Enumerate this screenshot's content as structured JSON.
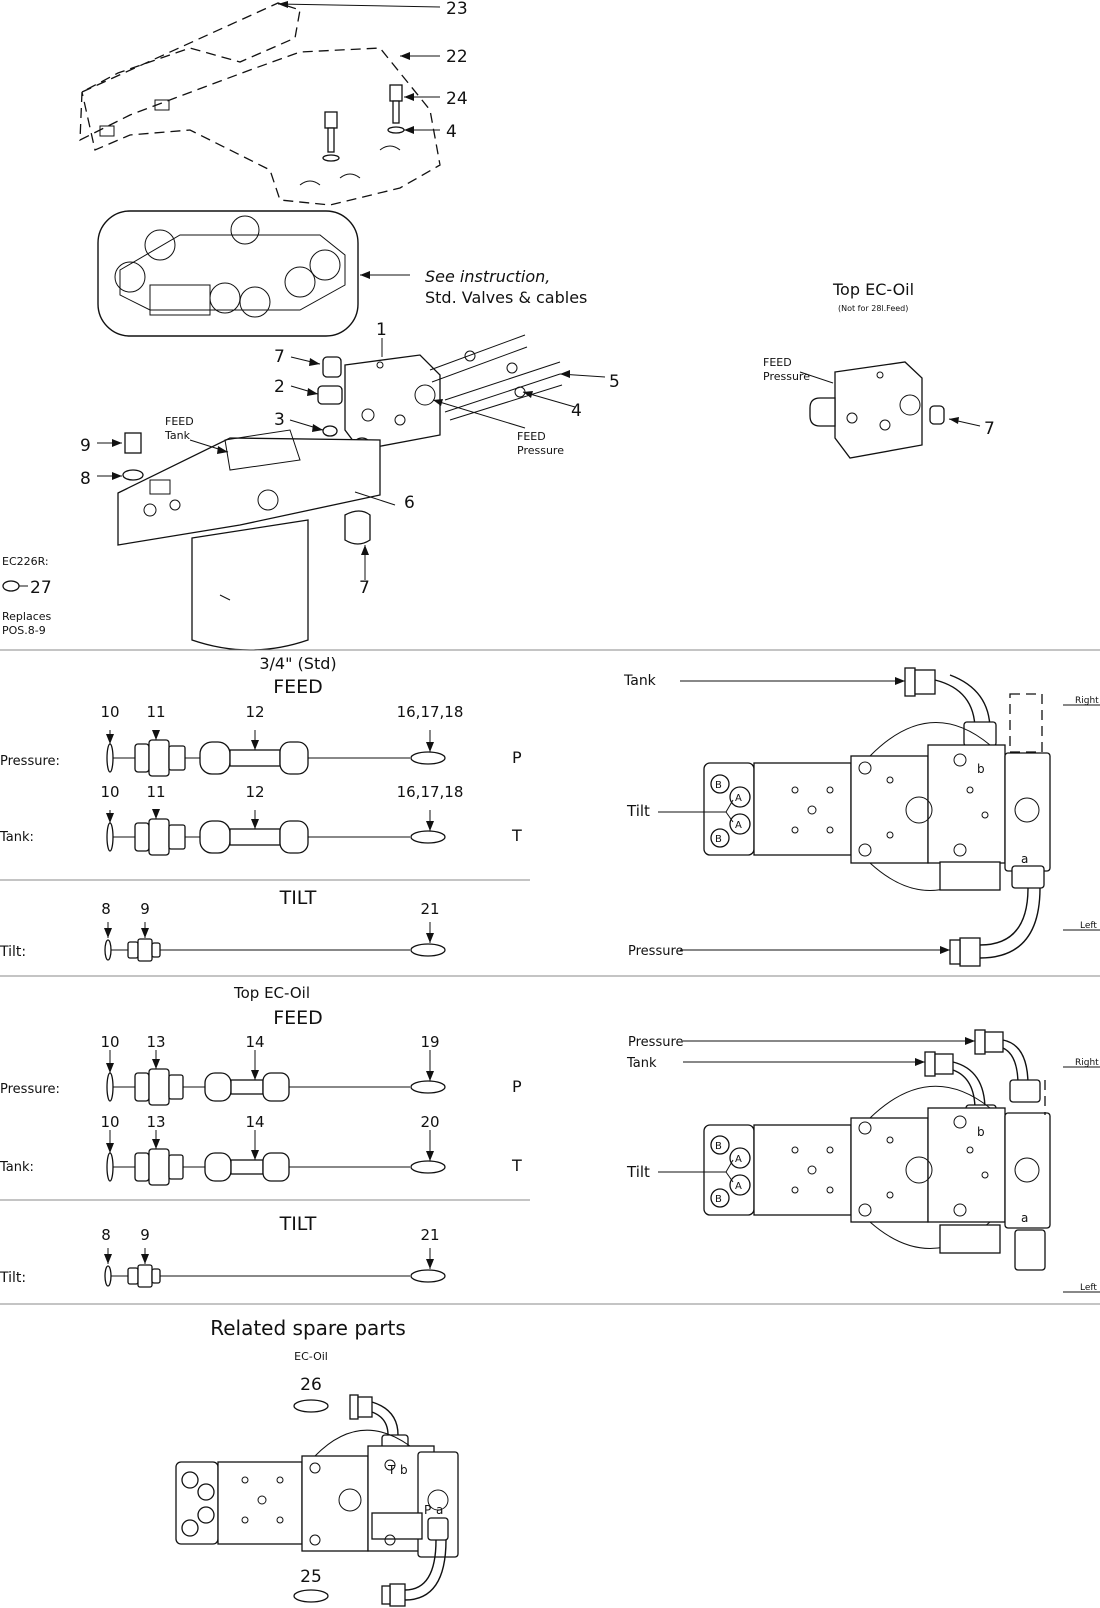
{
  "exploded_view": {
    "callouts": {
      "p23": "23",
      "p22": "22",
      "p24": "24",
      "p4a": "4",
      "p1": "1",
      "p7a": "7",
      "p2": "2",
      "p3": "3",
      "p5": "5",
      "p4b": "4",
      "p9": "9",
      "p8": "8",
      "p6": "6",
      "p7b": "7"
    },
    "note_line1": "See instruction,",
    "note_line2": "Std. Valves & cables",
    "feed_tank_1": "FEED",
    "feed_tank_2": "Tank",
    "feed_pressure_1": "FEED",
    "feed_pressure_2": "Pressure",
    "ec226r_title": "EC226R:",
    "ec226r_callout": "27",
    "ec226r_note1": "Replaces",
    "ec226r_note2": "POS.8-9"
  },
  "top_ec_oil_view": {
    "title": "Top EC-Oil",
    "subtitle": "(Not for 28l.Feed)",
    "feed": "FEED",
    "pressure": "Pressure",
    "callout": "7"
  },
  "section_std": {
    "title1": "3/4\" (Std)",
    "title2": "FEED",
    "rows": [
      {
        "label": "Pressure:",
        "c1": "10",
        "c2": "11",
        "c3": "12",
        "c4": "16,17,18",
        "end": "P"
      },
      {
        "label": "Tank:",
        "c1": "10",
        "c2": "11",
        "c3": "12",
        "c4": "16,17,18",
        "end": "T"
      }
    ],
    "tilt_title": "TILT",
    "tilt_row": {
      "label": "Tilt:",
      "c1": "8",
      "c2": "9",
      "c4": "21"
    }
  },
  "section_top": {
    "title1": "Top EC-Oil",
    "title2": "FEED",
    "rows": [
      {
        "label": "Pressure:",
        "c1": "10",
        "c2": "13",
        "c3": "14",
        "c4": "19",
        "end": "P"
      },
      {
        "label": "Tank:",
        "c1": "10",
        "c2": "13",
        "c3": "14",
        "c4": "20",
        "end": "T"
      }
    ],
    "tilt_title": "TILT",
    "tilt_row": {
      "label": "Tilt:",
      "c1": "8",
      "c2": "9",
      "c4": "21"
    }
  },
  "valve_view_std": {
    "tank": "Tank",
    "tilt": "Tilt",
    "pressure": "Pressure",
    "right": "Right",
    "left": "Left",
    "b": "b",
    "a": "a",
    "A": "A",
    "B": "B"
  },
  "valve_view_top": {
    "pressure": "Pressure",
    "tank": "Tank",
    "tilt": "Tilt",
    "right": "Right",
    "left": "Left",
    "b": "b",
    "a": "a",
    "A": "A",
    "B": "B"
  },
  "related": {
    "title": "Related spare parts",
    "subtitle": "EC-Oil",
    "c26": "26",
    "c25": "25",
    "T": "T",
    "b": "b",
    "P": "P",
    "a": "a"
  }
}
